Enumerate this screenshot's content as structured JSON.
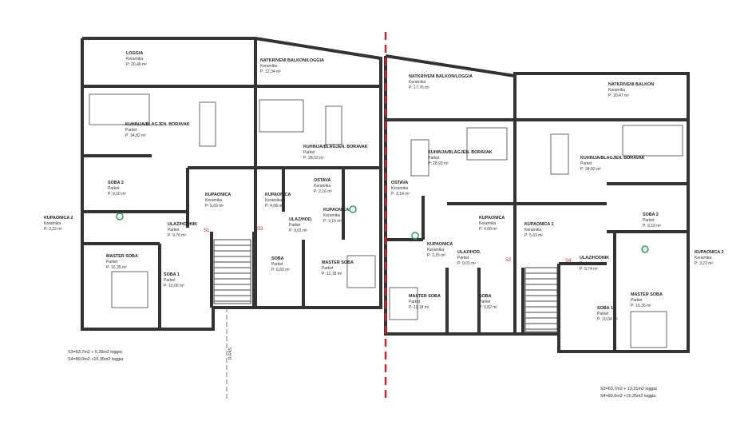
{
  "plan": {
    "axis_label": "R-R4S",
    "left_building": {
      "rooms": [
        {
          "name": "LOGGIA",
          "finish": "Keramika",
          "area": "P: 20,46 m²"
        },
        {
          "name": "NATKRIVENI BALKON/LOGGIA",
          "finish": "Keramika",
          "area": "P: 12,34 m²"
        },
        {
          "name": "KUHINJA/BLAGJEN. BORAVAK",
          "finish": "Parket",
          "area": "P: 34,82 m²"
        },
        {
          "name": "KUHINJA/BLAGJEN. BORAVAK",
          "finish": "Parket",
          "area": "P: 28,53 m²"
        },
        {
          "name": "SOBA 2",
          "finish": "Parket",
          "area": "P: 9,10 m²"
        },
        {
          "name": "KUPAONICA",
          "finish": "Keramika",
          "area": "P: 5,65 m²"
        },
        {
          "name": "KUPAONICA",
          "finish": "Keramika",
          "area": "P: 4,68 m²"
        },
        {
          "name": "OSTAVA",
          "finish": "Keramika",
          "area": "P: 2,16 m²"
        },
        {
          "name": "KUPAONICA 2",
          "finish": "Keramika",
          "area": "P: 3,22 m²"
        },
        {
          "name": "ULAZ/HODNIK",
          "finish": "Parket",
          "area": "P: 9,76 m²"
        },
        {
          "name": "ULAZ/HOD.",
          "finish": "Parket",
          "area": "P: 9,01 m²"
        },
        {
          "name": "KUPAONICA",
          "finish": "Keramika",
          "area": "P: 3,15 m²"
        },
        {
          "name": "MASTER SOBA",
          "finish": "Parket",
          "area": "P: 16,35 m²"
        },
        {
          "name": "SOBA 1",
          "finish": "Parket",
          "area": "P: 10,06 m²"
        },
        {
          "name": "SOBA",
          "finish": "Parket",
          "area": "P: 6,82 m²"
        },
        {
          "name": "MASTER SOBA",
          "finish": "Parket",
          "area": "P: 11,18 m²"
        }
      ],
      "markers": [
        "S1",
        "S3"
      ],
      "note": [
        "S3=63,7m2 + 5,26m2 loggia",
        "S4=89,0m2 +15,35m2 loggia"
      ]
    },
    "right_building": {
      "rooms": [
        {
          "name": "NATKRIVENI BALKON/LOGGIA",
          "finish": "Keramika",
          "area": "P: 17,76 m²"
        },
        {
          "name": "NATKRIVENI BALKON",
          "finish": "Keramika",
          "area": "P: 20,47 m²"
        },
        {
          "name": "KUHINJA/BLAGJEN. BORAVAK",
          "finish": "Parket",
          "area": "P: 28,93 m²"
        },
        {
          "name": "KUHINJA/BLAGJEN. BORAVAK",
          "finish": "Parket",
          "area": "P: 34,82 m²"
        },
        {
          "name": "OSTAVA",
          "finish": "Keramika",
          "area": "P: 3,14 m²"
        },
        {
          "name": "KUPAONICA",
          "finish": "Keramika",
          "area": "P: 4,68 m²"
        },
        {
          "name": "KUPAONICA 1",
          "finish": "Keramika",
          "area": "P: 5,69 m²"
        },
        {
          "name": "SOBA 2",
          "finish": "Parket",
          "area": "P: 9,10 m²"
        },
        {
          "name": "KUPAONICA 2",
          "finish": "Keramika",
          "area": "P: 3,22 m²"
        },
        {
          "name": "KUPAONICA",
          "finish": "Keramika",
          "area": "P: 3,15 m²"
        },
        {
          "name": "ULAZ/HOD.",
          "finish": "Parket",
          "area": "P: 9,01 m²"
        },
        {
          "name": "ULAZ/HODNIK",
          "finish": "Parket",
          "area": "P: 9,74 m²"
        },
        {
          "name": "MASTER SOBA",
          "finish": "Parket",
          "area": "P: 11,18 m²"
        },
        {
          "name": "SOBA",
          "finish": "Parket",
          "area": "P: 6,82 m²"
        },
        {
          "name": "SOBA 1",
          "finish": "Parket",
          "area": "P: 10,04 m²"
        },
        {
          "name": "MASTER SOBA",
          "finish": "Parket",
          "area": "P: 16,35 m²"
        }
      ],
      "markers": [
        "S2",
        "S4"
      ],
      "note": [
        "S3=63,7m2 + 13,31m2 loggia",
        "S4=89,0m2 +15,35m2 loggia"
      ]
    },
    "colors": {
      "walls": "#333333",
      "section_line": "#c62828",
      "fixtures": "#2e9e5b"
    }
  }
}
